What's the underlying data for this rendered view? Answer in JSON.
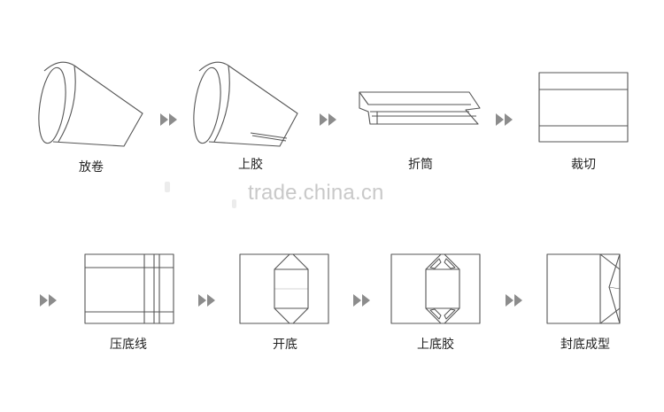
{
  "steps": [
    {
      "label": "放卷"
    },
    {
      "label": "上胶"
    },
    {
      "label": "折筒"
    },
    {
      "label": "裁切"
    },
    {
      "label": "压底线"
    },
    {
      "label": "开底"
    },
    {
      "label": "上底胶"
    },
    {
      "label": "封底成型"
    }
  ],
  "watermark": "trade.china.cn",
  "colors": {
    "stroke": "#555555",
    "arrow": "#8c8c8c",
    "text": "#222222",
    "watermark": "#c9c9c9"
  }
}
